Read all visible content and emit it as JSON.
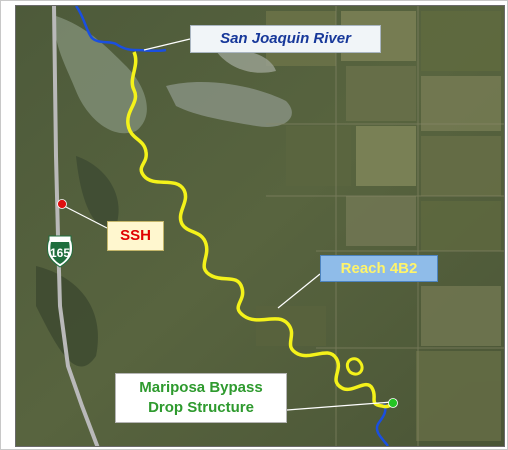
{
  "labels": {
    "river": "San Joaquin River",
    "ssh": "SSH",
    "reach": "Reach 4B2",
    "drop_line1": "Mariposa Bypass",
    "drop_line2": "Drop Structure"
  },
  "highway_shield": "165",
  "colors": {
    "river_blue": "#1a4fe0",
    "reach_yellow": "#f4f21a",
    "ssh_marker": "#e01010",
    "drop_marker": "#24c424",
    "highway_grey": "#b9b9b9",
    "shield_green": "#1f6e3e"
  }
}
